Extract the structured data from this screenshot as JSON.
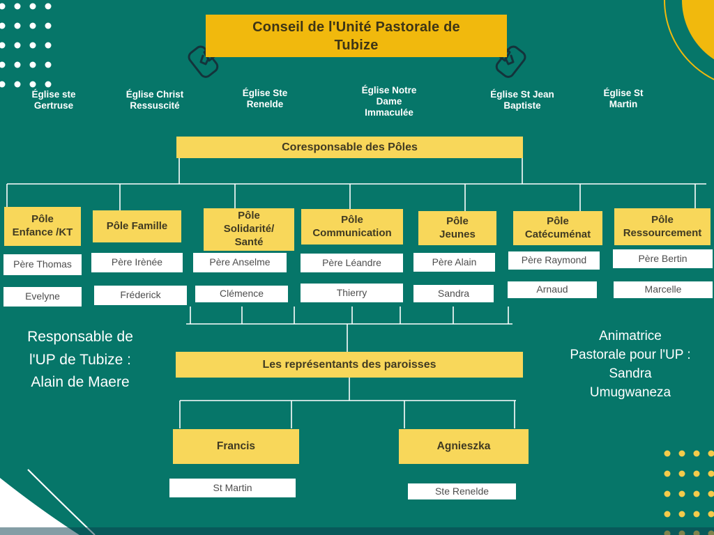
{
  "page": {
    "title": "Conseil de l'Unité Pastorale de\nTubize"
  },
  "churches": [
    "Église ste\nGertruse",
    "Église Christ\nRessuscité",
    "Église Ste\nRenelde",
    "Église Notre\nDame\nImmaculée",
    "Église St Jean\nBaptiste",
    "Église St\nMartin"
  ],
  "coresponsable_label": "Coresponsable des Pôles",
  "poles": [
    {
      "title": "Pôle\nEnfance /KT",
      "priest": "Père Thomas",
      "member": "Evelyne"
    },
    {
      "title": "Pôle Famille",
      "priest": "Père Irènée",
      "member": "Fréderick"
    },
    {
      "title": "Pôle\nSolidarité/\nSanté",
      "priest": "Père Anselme",
      "member": "Clémence"
    },
    {
      "title": "Pôle\nCommunication",
      "priest": "Père Léandre",
      "member": "Thierry"
    },
    {
      "title": "Pôle\nJeunes",
      "priest": "Père Alain",
      "member": "Sandra"
    },
    {
      "title": "Pôle\nCatécuménat",
      "priest": "Père Raymond",
      "member": "Arnaud"
    },
    {
      "title": "Pôle\nRessourcement",
      "priest": "Père Bertin",
      "member": "Marcelle"
    }
  ],
  "representatives": {
    "label": "Les représentants des  paroisses",
    "members": [
      {
        "name": "Francis",
        "parish": "St Martin"
      },
      {
        "name": "Agnieszka",
        "parish": "Ste Renelde"
      }
    ]
  },
  "notes": {
    "left": "Responsable de\nl'UP de Tubize :\nAlain de Maere",
    "right": "Animatrice\nPastorale pour l'UP :\nSandra\nUmugwaneza"
  },
  "icons": {
    "megaphone-icon": "megaphone announced from a smartphone, dark outline",
    "dots-grid-white": "4×5 grid of white dots",
    "dots-grid-gold": "4×5 grid of gold dots",
    "quarter-circle": "gold quarter circle with concentric ring",
    "corner-wave": "white corner quarter shape with arc line"
  },
  "colors": {
    "background": "#067669",
    "gold": "#F1B90D",
    "soft_yellow": "#F8D75A",
    "line": "#FFFFFF",
    "dark_text": "#403A22",
    "name_text": "#4D4D4D"
  }
}
